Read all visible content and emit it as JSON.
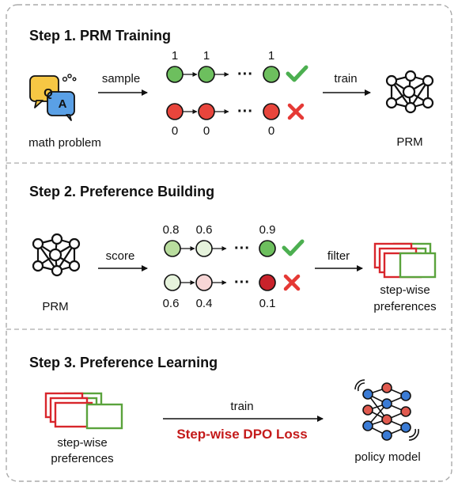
{
  "step1": {
    "title": "Step 1. PRM Training",
    "input_label": "math problem",
    "qa_icon": {
      "q": "Q",
      "a": "A"
    },
    "arrow_in_label": "sample",
    "arrow_out_label": "train",
    "output_label": "PRM",
    "correct_path": {
      "scores": [
        "1",
        "1",
        "1"
      ],
      "node_color": "#6dbf5e",
      "mark": "check-icon"
    },
    "wrong_path": {
      "scores": [
        "0",
        "0",
        "0"
      ],
      "node_color": "#e8453c",
      "mark": "cross-icon"
    },
    "ellipsis": "···"
  },
  "step2": {
    "title": "Step 2. Preference Building",
    "input_label": "PRM",
    "arrow_in_label": "score",
    "arrow_out_label": "filter",
    "output_label_line1": "step-wise",
    "output_label_line2": "preferences",
    "correct_path": {
      "scores": [
        "0.8",
        "0.6",
        "0.9"
      ],
      "node_colors": [
        "#b9dd9e",
        "#e6f3dc",
        "#6dbf5e"
      ],
      "mark": "check-icon"
    },
    "wrong_path": {
      "scores": [
        "0.6",
        "0.4",
        "0.1"
      ],
      "node_colors": [
        "#e6f3dc",
        "#f7d6d6",
        "#c9222b"
      ],
      "mark": "cross-icon"
    },
    "ellipsis": "···"
  },
  "step3": {
    "title": "Step 3. Preference Learning",
    "input_label_line1": "step-wise",
    "input_label_line2": "preferences",
    "arrow_label": "train",
    "loss_label": "Step-wise DPO Loss",
    "output_label": "policy model"
  },
  "colors": {
    "border": "#aaaaaa",
    "check": "#4caf50",
    "cross": "#e53935",
    "loss": "#c41a1a",
    "pref_red": "#d8262c",
    "pref_green": "#5aa33c",
    "policy_blue": "#3a7bd5",
    "policy_red": "#e05a4f"
  }
}
